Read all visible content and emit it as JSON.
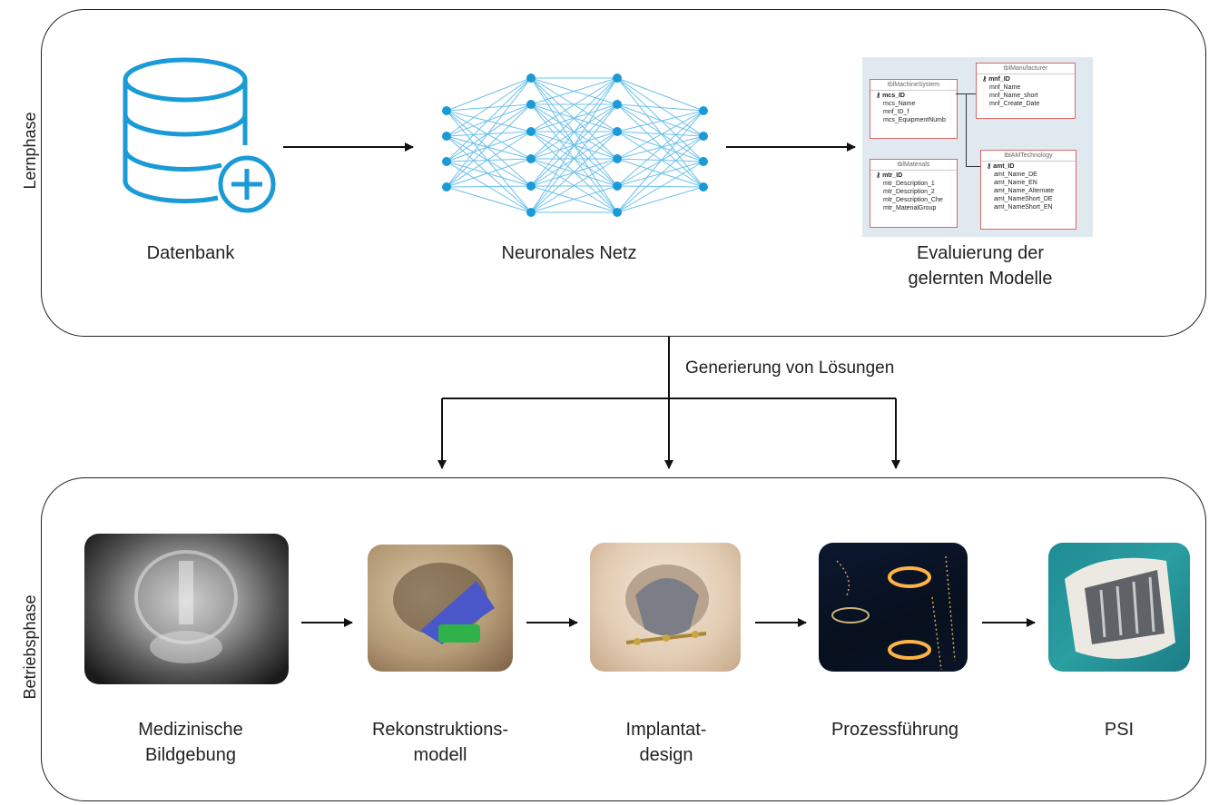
{
  "phases": {
    "learn_label": "Lernphase",
    "operate_label": "Betriebsphase"
  },
  "learn": {
    "database_label": "Datenbank",
    "network_label": "Neuronales Netz",
    "evaluation_line1": "Evaluierung der",
    "evaluation_line2": "gelernten Modelle"
  },
  "connector_label": "Generierung von Lösungen",
  "db_tables": {
    "machine": {
      "title": "tblMachineSystem",
      "fields": [
        "mcs_ID",
        "mcs_Name",
        "mnf_ID_f",
        "mcs_EquipmentNumb"
      ]
    },
    "manufacturer": {
      "title": "tblManufacturer",
      "fields": [
        "mnf_ID",
        "mnf_Name",
        "mnf_Name_short",
        "mnf_Create_Date"
      ]
    },
    "materials": {
      "title": "tblMaterials",
      "fields": [
        "mtr_ID",
        "mtr_Description_1",
        "mtr_Description_2",
        "mtr_Description_Che",
        "mtr_MaterialGroup"
      ]
    },
    "technology": {
      "title": "tblAMTechnology",
      "fields": [
        "amt_ID",
        "amt_Name_DE",
        "amt_Name_EN",
        "amt_Name_Alternate",
        "amt_NameShort_DE",
        "amt_NameShort_EN"
      ]
    }
  },
  "operate": {
    "imaging_line1": "Medizinische",
    "imaging_line2": "Bildgebung",
    "recon_line1": "Rekonstruktions-",
    "recon_line2": "modell",
    "implant_line1": "Implantat-",
    "implant_line2": "design",
    "process_label": "Prozessführung",
    "psi_label": "PSI"
  },
  "colors": {
    "accent_blue": "#1a9ad6",
    "network_line": "#6cc0ea",
    "border": "#222222"
  }
}
